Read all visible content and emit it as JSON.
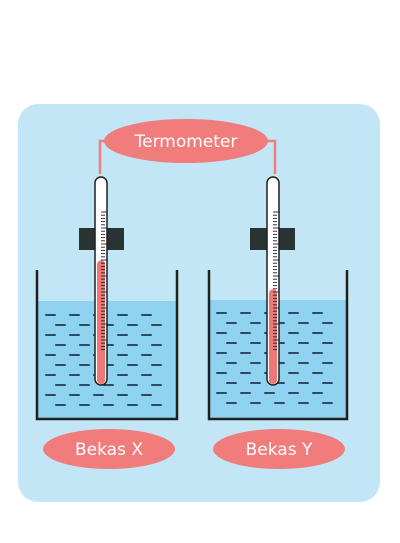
{
  "labels": {
    "thermometer": "Termometer",
    "beaker_x": "Bekas X",
    "beaker_y": "Bekas Y"
  },
  "readings": {
    "beaker_x_mercury_level": 0.6,
    "beaker_y_mercury_level": 0.46
  },
  "colors": {
    "panel": "#c3e6f6",
    "water": "#8fd3f1",
    "pill": "#f07c7c",
    "mercury": "#ee7878",
    "clamp": "#2a3333",
    "outline": "#1f1f1f"
  }
}
